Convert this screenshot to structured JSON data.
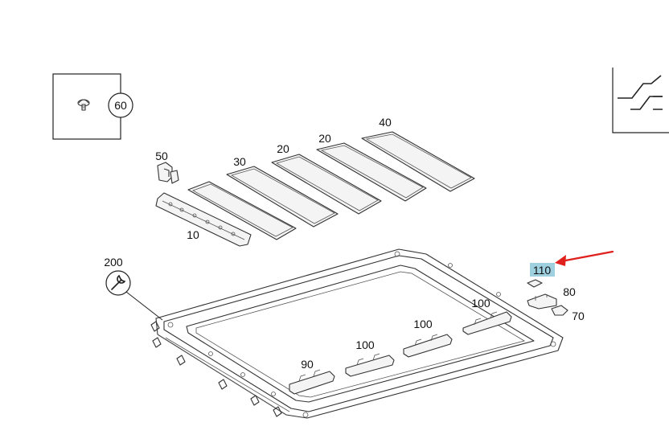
{
  "callouts": {
    "c60": "60",
    "c50": "50",
    "c30": "30",
    "c20a": "20",
    "c20b": "20",
    "c40": "40",
    "c10": "10",
    "c200": "200",
    "c110": "110",
    "c80": "80",
    "c70": "70",
    "c100a": "100",
    "c100b": "100",
    "c100c": "100",
    "c90": "90"
  },
  "colors": {
    "highlight": "#9fd0e0",
    "arrow": "#e0201c",
    "line": "#333333"
  },
  "icons": {
    "detail_box": "screw-detail-icon",
    "service_tool": "wrench-icon",
    "side_nav": "step-profile-icon"
  }
}
